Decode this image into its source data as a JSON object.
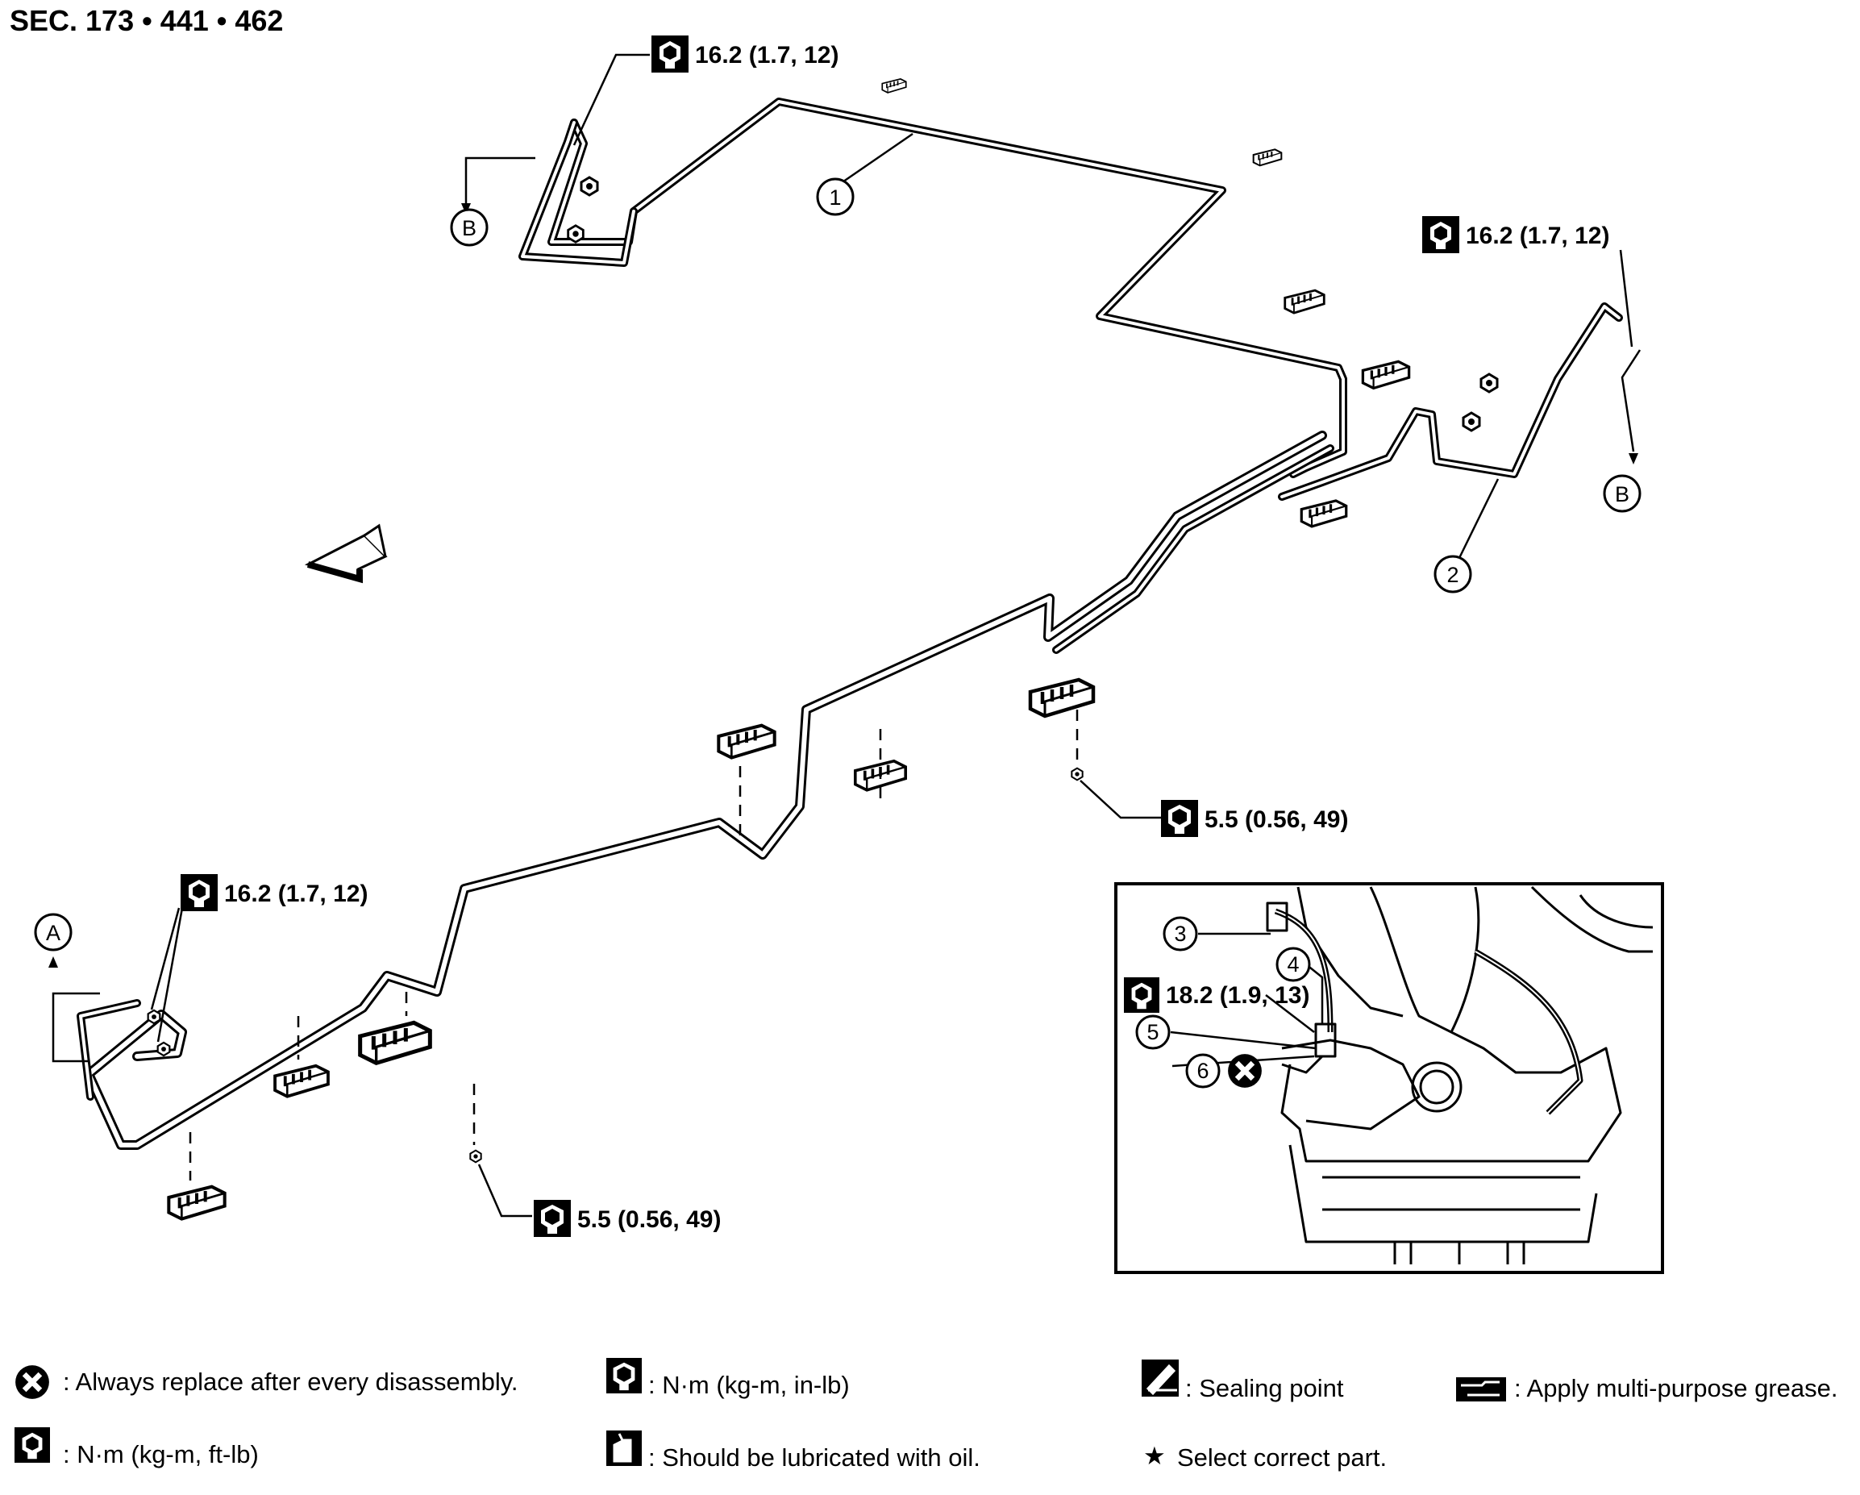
{
  "section_code": "SEC. 173 • 441 • 462",
  "part_numbers": [
    "1",
    "2",
    "3",
    "4",
    "5",
    "6"
  ],
  "connector_letters": {
    "a": "A",
    "b": "B"
  },
  "torque_specs": {
    "tube_top_left": "16.2 (1.7, 12)",
    "tube_top_right": "16.2 (1.7, 12)",
    "tube_bottom_left": "16.2 (1.7, 12)",
    "clip_bolt_middle": "5.5 (0.56, 49)",
    "clip_bolt_bottom": "5.5 (0.56, 49)",
    "caliper_connector": "18.2 (1.9, 13)"
  },
  "legend": {
    "always_replace": ": Always replace after every disassembly.",
    "nm_kgm_inlb": ": N·m (kg-m, in-lb)",
    "sealing_point": ": Sealing point",
    "multipurpose_grease": ": Apply multi-purpose grease.",
    "nm_kgm_ftlb": ": N·m (kg-m, ft-lb)",
    "lubricate_oil": ": Should be lubricated with oil.",
    "select_correct_part": "Select correct part."
  },
  "icons": {
    "ftlb_torque": "open-wrench-icon",
    "inlb_torque": "filled-wrench-icon",
    "replace": "crossed-circle-icon",
    "sealing": "sealant-tube-icon",
    "grease": "grease-gun-icon",
    "oil": "oil-can-icon",
    "select": "star-icon"
  },
  "colors": {
    "line": "#000000",
    "background": "#ffffff"
  }
}
